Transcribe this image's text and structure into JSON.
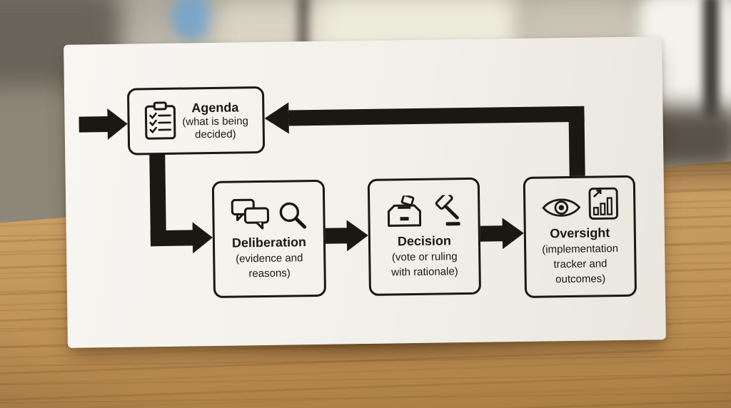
{
  "card": {
    "nodes": {
      "agenda": {
        "title": "Agenda",
        "subtitle_lines": [
          "(what is being",
          "decided)"
        ],
        "icons": [
          "clipboard-checklist-icon"
        ]
      },
      "deliberation": {
        "title": "Deliberation",
        "subtitle_lines": [
          "(evidence and",
          "reasons)"
        ],
        "icons": [
          "speech-bubbles-icon",
          "magnifier-icon"
        ]
      },
      "decision": {
        "title": "Decision",
        "subtitle_lines": [
          "(vote or ruling",
          "with rationale)"
        ],
        "icons": [
          "ballot-box-icon",
          "gavel-icon"
        ]
      },
      "oversight": {
        "title": "Oversight",
        "subtitle_lines": [
          "(implementation",
          "tracker and",
          "outcomes)"
        ],
        "icons": [
          "eye-icon",
          "bar-chart-icon"
        ]
      }
    },
    "flow_sequence": [
      "Agenda",
      "Deliberation",
      "Decision",
      "Oversight"
    ],
    "feedback_edge": "Oversight to Agenda",
    "colors": {
      "ink": "#1b1712",
      "card": "#f4f2ec"
    }
  }
}
